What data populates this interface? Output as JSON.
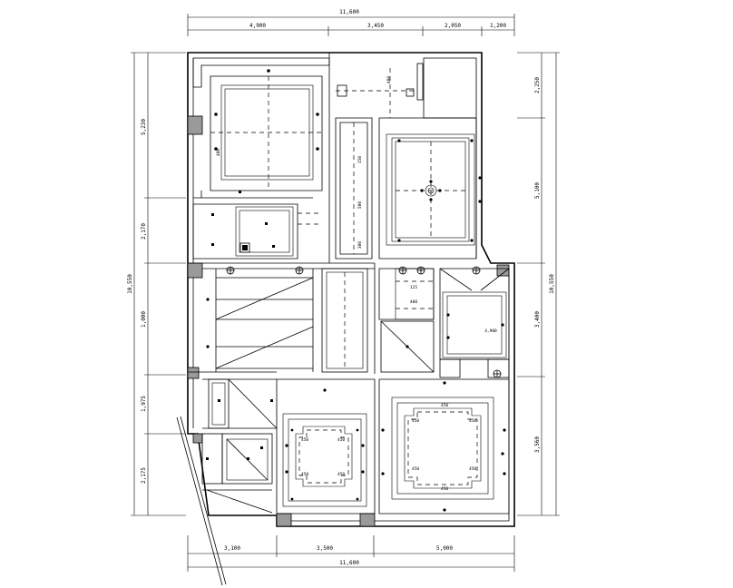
{
  "dimensions": {
    "top_total": "11,600",
    "top_segments": [
      "4,900",
      "3,450",
      "2,050",
      "1,200"
    ],
    "bottom_total": "11,600",
    "bottom_segments": [
      "3,100",
      "3,500",
      "5,000"
    ],
    "left_total": "10,550",
    "left_segments": [
      "5,230",
      "2,170",
      "1,000",
      "1,975",
      "2,175"
    ],
    "right_total": "10,550",
    "right_segments": [
      "2,250",
      "5,100",
      "3,400",
      "3,560"
    ]
  },
  "annotations": {
    "lamp_labels": [
      "450",
      "450",
      "450",
      "450",
      "450",
      "450",
      "450",
      "450",
      "450",
      "450"
    ],
    "small_labels": [
      "400",
      "125",
      "400",
      "400",
      "150",
      "500",
      "300",
      "4,900"
    ]
  }
}
